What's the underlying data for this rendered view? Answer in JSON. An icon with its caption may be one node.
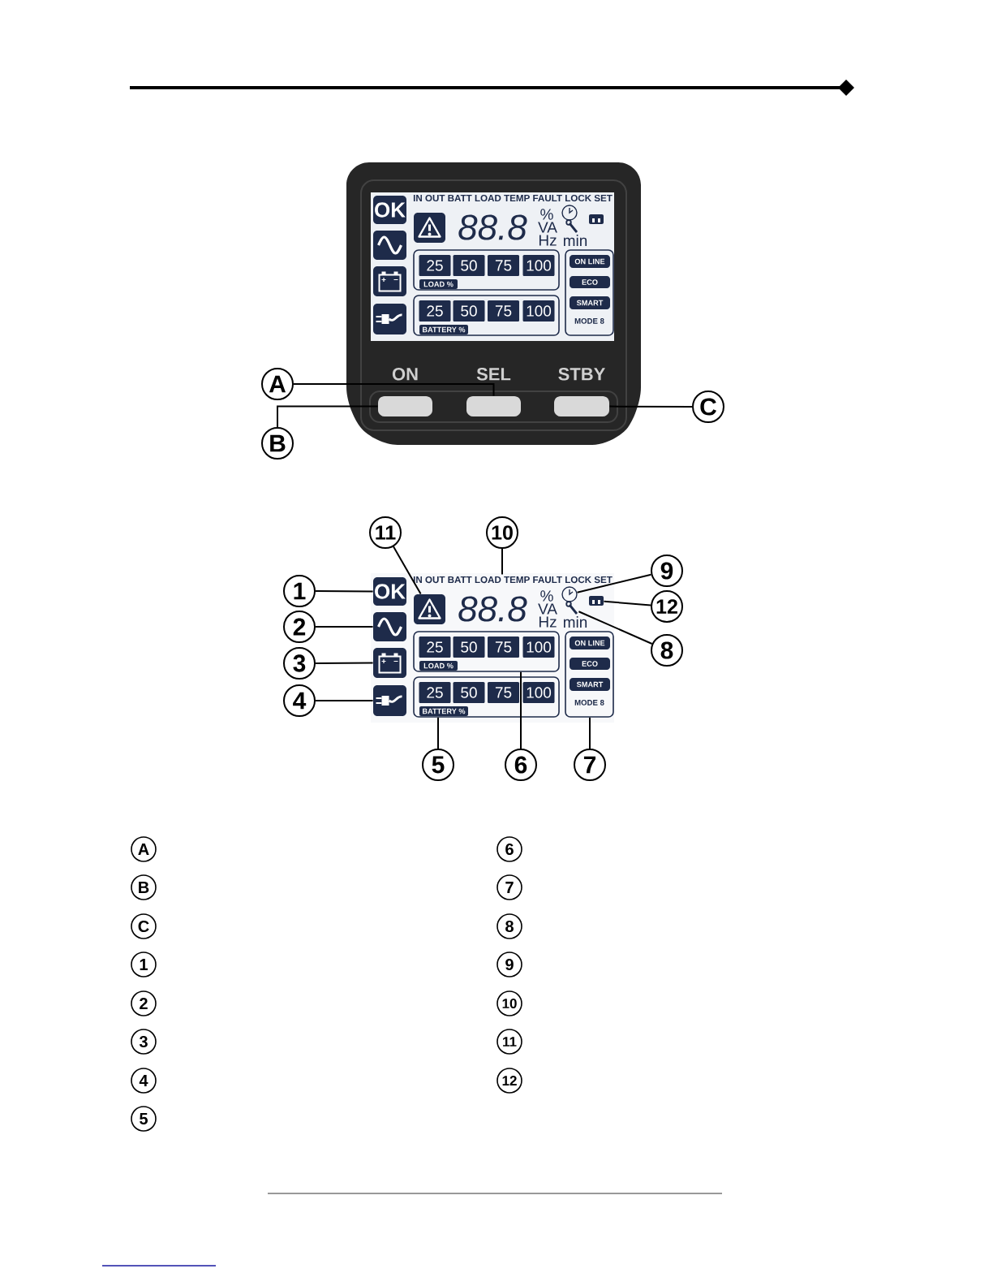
{
  "diagram": {
    "nodes": [
      {
        "text": [
          "OK"
        ]
      },
      {
        "text": [],
        "shape": "box"
      },
      {
        "text": [
          "25"
        ],
        "in": 1
      },
      {
        "text": [
          "50"
        ],
        "in": 1
      },
      {
        "text": [
          "75"
        ],
        "in": 1
      },
      {
        "text": [
          "100"
        ],
        "in": 1
      },
      {
        "text": [
          "LOAD %"
        ],
        "in": 1
      },
      {
        "text": [
          "MODE 8"
        ]
      },
      {
        "text": [
          "ON LINE"
        ],
        "in": 7
      },
      {
        "text": [
          "ECO"
        ],
        "in": 7
      },
      {
        "text": [
          "SMART"
        ],
        "in": 7
      },
      {
        "text": [],
        "shape": "box"
      },
      {
        "text": [
          "25"
        ],
        "in": 11
      },
      {
        "text": [
          "50"
        ],
        "in": 11
      },
      {
        "text": [
          "75"
        ],
        "in": 11
      },
      {
        "text": [
          "100"
        ],
        "in": 11
      },
      {
        "text": [
          "BATTERY %"
        ],
        "in": 11
      },
      {
        "text": [
          "ON"
        ]
      },
      {
        "text": [
          "SEL"
        ]
      },
      {
        "text": [
          "STBY"
        ]
      },
      {
        "text": [
          "A"
        ]
      },
      {
        "text": [
          "B"
        ]
      },
      {
        "text": [
          "C"
        ]
      },
      {
        "text": [
          "11"
        ]
      },
      {
        "text": [
          "10"
        ]
      },
      {
        "text": [
          "9"
        ]
      },
      {
        "text": [
          "IN OUT BATT LOAD TEMP FAULT LOCK SET"
        ]
      },
      {
        "text": [
          "1"
        ]
      },
      {
        "text": [
          "OK"
        ]
      },
      {
        "text": [],
        "shape": "triangle"
      },
      {
        "text": [],
        "shape": "clock"
      },
      {
        "text": [],
        "shape": "socket"
      },
      {
        "text": [
          "12"
        ]
      },
      {
        "text": [
          "2"
        ]
      },
      {
        "text": [],
        "shape": "wave"
      },
      {
        "text": [],
        "shape": "wrench"
      },
      {
        "text": [
          "8"
        ]
      },
      {
        "text": [],
        "shape": "box"
      },
      {
        "text": [
          "25"
        ],
        "in": 37
      },
      {
        "text": [
          "50"
        ],
        "in": 37
      },
      {
        "text": [
          "75"
        ],
        "in": 37
      },
      {
        "text": [
          "100"
        ],
        "in": 37
      },
      {
        "text": [
          "LOAD %"
        ],
        "in": 37
      },
      {
        "text": [
          "MODE 8"
        ]
      },
      {
        "text": [
          "ON LINE"
        ],
        "in": 43
      },
      {
        "text": [
          "ECO"
        ],
        "in": 43
      },
      {
        "text": [
          "SMART"
        ],
        "in": 43
      },
      {
        "text": [
          "3"
        ]
      },
      {
        "text": [],
        "shape": "battery"
      },
      {
        "text": [
          "4"
        ]
      },
      {
        "text": [],
        "shape": "plug"
      },
      {
        "text": [],
        "shape": "box"
      },
      {
        "text": [
          "25"
        ],
        "in": 51
      },
      {
        "text": [
          "50"
        ],
        "in": 51
      },
      {
        "text": [
          "75"
        ],
        "in": 51
      },
      {
        "text": [
          "100"
        ],
        "in": 51
      },
      {
        "text": [
          "BATTERY %"
        ],
        "in": 51
      },
      {
        "text": [
          "5"
        ]
      },
      {
        "text": [
          "6"
        ]
      },
      {
        "text": [
          "7"
        ]
      }
    ],
    "edges": [
      {
        "from": 20,
        "to": 18,
        "arrow": "none"
      },
      {
        "from": 21,
        "to": 17,
        "arrow": "none"
      },
      {
        "from": 22,
        "to": 19,
        "arrow": "none"
      },
      {
        "from": 23,
        "to": 29,
        "arrow": "none"
      },
      {
        "from": 24,
        "to": 26,
        "arrow": "none"
      },
      {
        "from": 25,
        "to": 30,
        "arrow": "none"
      },
      {
        "from": 27,
        "to": 28,
        "arrow": "none"
      },
      {
        "from": 32,
        "to": 31,
        "arrow": "none"
      },
      {
        "from": 33,
        "to": 34,
        "arrow": "none"
      },
      {
        "from": 36,
        "to": 35,
        "arrow": "none"
      },
      {
        "from": 47,
        "to": 48,
        "arrow": "none"
      },
      {
        "from": 49,
        "to": 50,
        "arrow": "none"
      },
      {
        "from": 57,
        "to": 51,
        "arrow": "none"
      },
      {
        "from": 58,
        "to": 37,
        "arrow": "none"
      },
      {
        "from": 59,
        "to": 43,
        "arrow": "none"
      }
    ],
    "labels": [
      "IN OUT BATT LOAD TEMP FAULT LOCK SET",
      "88.8",
      "%",
      "VA",
      "Hz",
      "min",
      "88.8",
      "%",
      "VA",
      "Hz",
      "min",
      "A",
      "6",
      "B",
      "7",
      "C",
      "8",
      "1",
      "9",
      "2",
      "10",
      "3",
      "11",
      "4",
      "12",
      "5"
    ]
  }
}
